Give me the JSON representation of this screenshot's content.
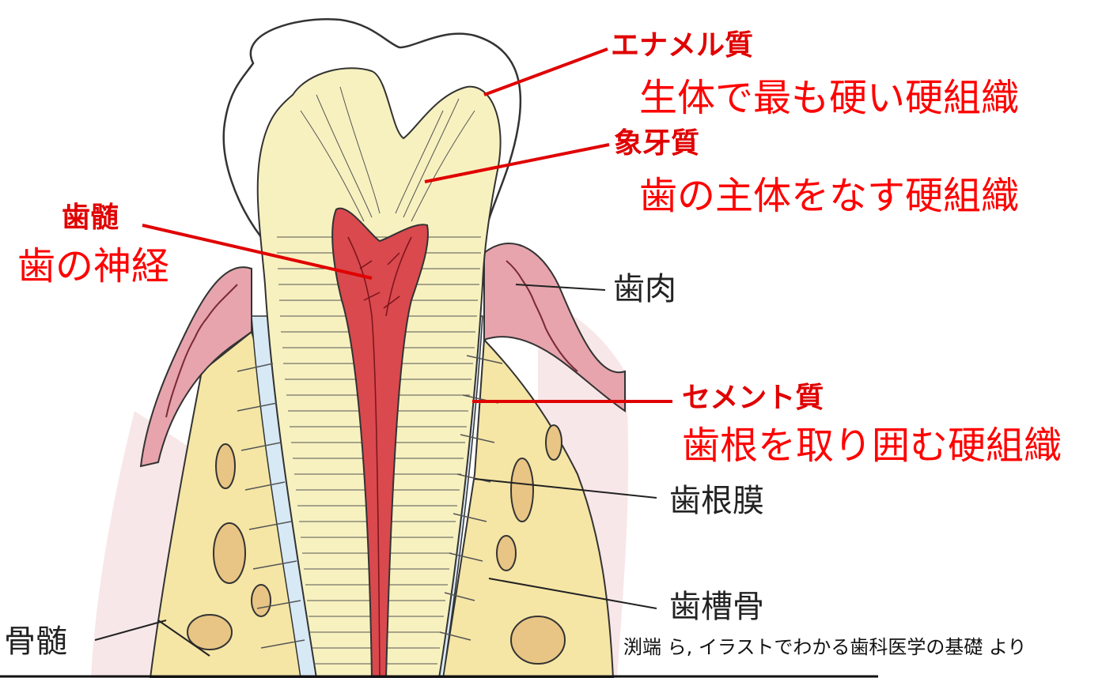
{
  "labels": {
    "enamel": {
      "name": "エナメル質",
      "desc": "生体で最も硬い硬組織"
    },
    "dentin": {
      "name": "象牙質",
      "desc": "歯の主体をなす硬組織"
    },
    "pulp": {
      "name": "歯髄",
      "desc": "歯の神経"
    },
    "cementum": {
      "name": "セメント質",
      "desc": "歯根を取り囲む硬組織"
    },
    "gingiva": "歯肉",
    "pdl": "歯根膜",
    "alveolar_bone": "歯槽骨",
    "bone_marrow": "骨髄"
  },
  "citation": "渕端 ら, イラストでわかる歯科医学の基礎 より",
  "colors": {
    "annotation_red": "#e00000",
    "enamel": "#ffffff",
    "dentin": "#f7f1c0",
    "pulp": "#d9494e",
    "gingiva": "#e7a4ad",
    "bone": "#f5e6a6",
    "marrow": "#e8c584",
    "pdl": "#d7e9f5"
  }
}
